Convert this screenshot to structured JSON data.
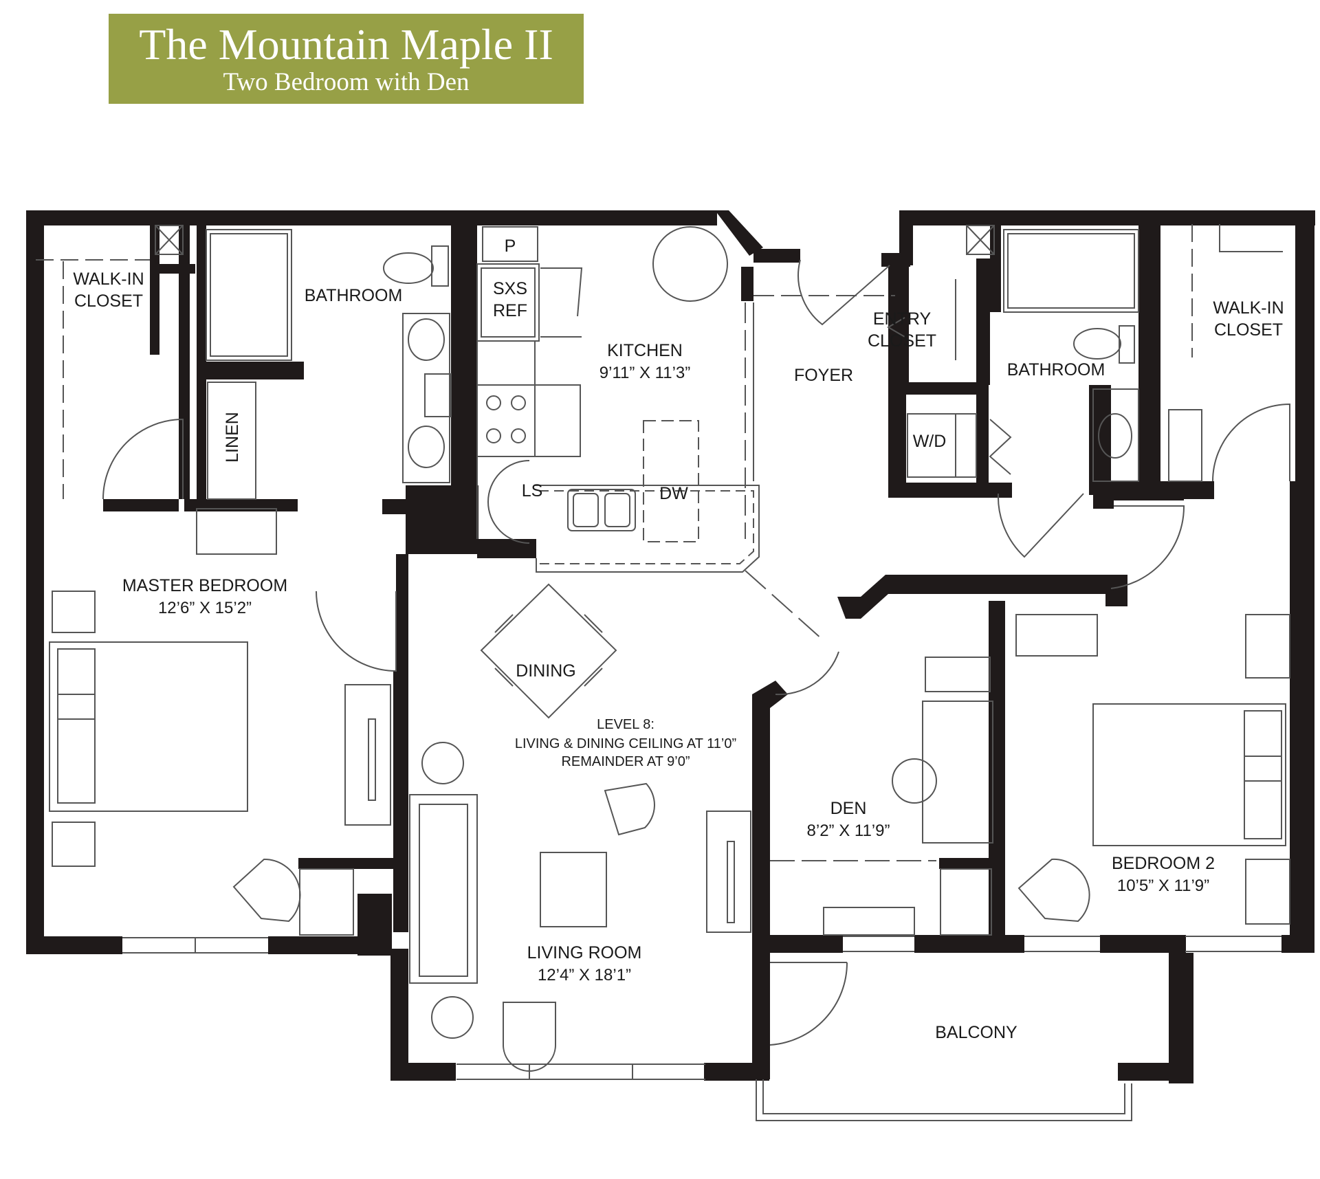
{
  "header": {
    "title": "The Mountain Maple II",
    "subtitle": "Two Bedroom with Den",
    "accent_color": "#97a046"
  },
  "rooms": {
    "walkin_closet_left": {
      "line1": "WALK-IN",
      "line2": "CLOSET"
    },
    "bathroom_master": {
      "label": "BATHROOM"
    },
    "linen": {
      "label": "LINEN"
    },
    "pantry": {
      "label": "P"
    },
    "refrigerator": {
      "line1": "SXS",
      "line2": "REF"
    },
    "kitchen": {
      "label": "KITCHEN",
      "dimensions": "9’11” X 11’3”"
    },
    "lazy_susan": {
      "label": "LS"
    },
    "dishwasher": {
      "label": "DW"
    },
    "foyer": {
      "label": "FOYER"
    },
    "entry_closet": {
      "line1": "ENTRY",
      "line2": "CLOSET"
    },
    "bathroom_second": {
      "label": "BATHROOM"
    },
    "washer_dryer": {
      "label": "W/D"
    },
    "walkin_closet_right": {
      "line1": "WALK-IN",
      "line2": "CLOSET"
    },
    "master_bedroom": {
      "label": "MASTER BEDROOM",
      "dimensions": "12’6” X 15’2”"
    },
    "dining": {
      "label": "DINING"
    },
    "ceiling_note": {
      "line1": "LEVEL 8:",
      "line2": "LIVING & DINING CEILING AT 11’0”",
      "line3": "REMAINDER AT 9’0”"
    },
    "den": {
      "label": "DEN",
      "dimensions": "8’2” X 11’9”"
    },
    "bedroom_2": {
      "label": "BEDROOM 2",
      "dimensions": "10’5” X 11’9”"
    },
    "living_room": {
      "label": "LIVING ROOM",
      "dimensions": "12’4” X 18’1”"
    },
    "balcony": {
      "label": "BALCONY"
    }
  }
}
